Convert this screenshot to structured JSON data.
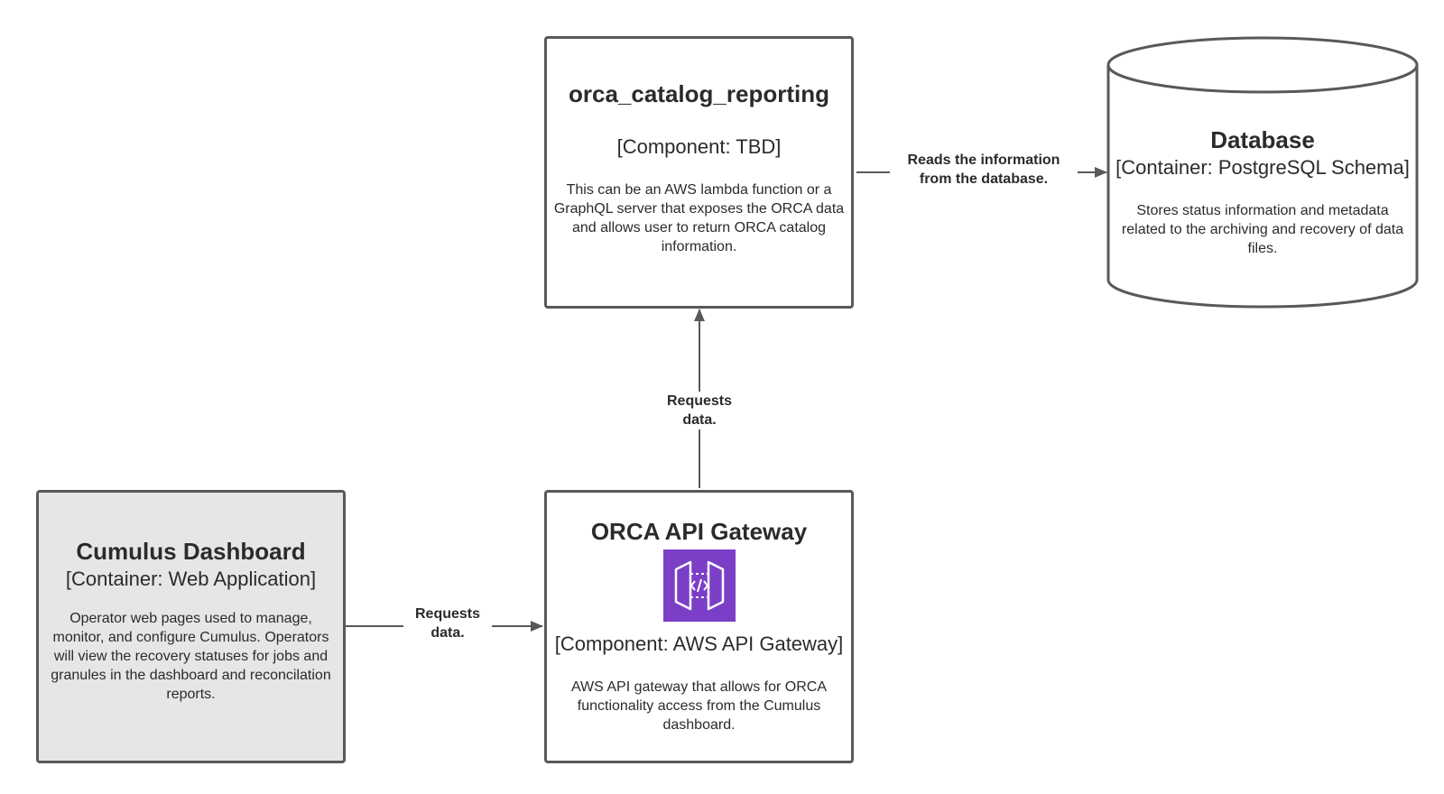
{
  "nodes": {
    "reporting": {
      "title": "orca_catalog_reporting",
      "subtitle": "[Component: TBD]",
      "description": "This can be an AWS lambda function or a GraphQL server that exposes the ORCA data and allows user to return ORCA catalog information."
    },
    "database": {
      "title": "Database",
      "subtitle": "[Container: PostgreSQL Schema]",
      "description": "Stores status information and metadata related to the archiving and recovery of data files."
    },
    "dashboard": {
      "title": "Cumulus Dashboard",
      "subtitle": "[Container: Web Application]",
      "description": "Operator web pages used to manage, monitor, and configure Cumulus. Operators will view the recovery statuses for jobs and granules in the dashboard and reconcilation reports."
    },
    "gateway": {
      "title": "ORCA API Gateway",
      "subtitle": "[Component: AWS API Gateway]",
      "description": "AWS API gateway that allows for ORCA functionality access from the Cumulus dashboard.",
      "icon": "aws-api-gateway-icon"
    }
  },
  "edges": {
    "reporting_to_database": "Reads the information from the database.",
    "gateway_to_reporting": "Requests data.",
    "dashboard_to_gateway": "Requests data."
  },
  "colors": {
    "border": "#595959",
    "dashboard_fill": "#e6e6e6",
    "icon_fill": "#7b3fc7"
  }
}
